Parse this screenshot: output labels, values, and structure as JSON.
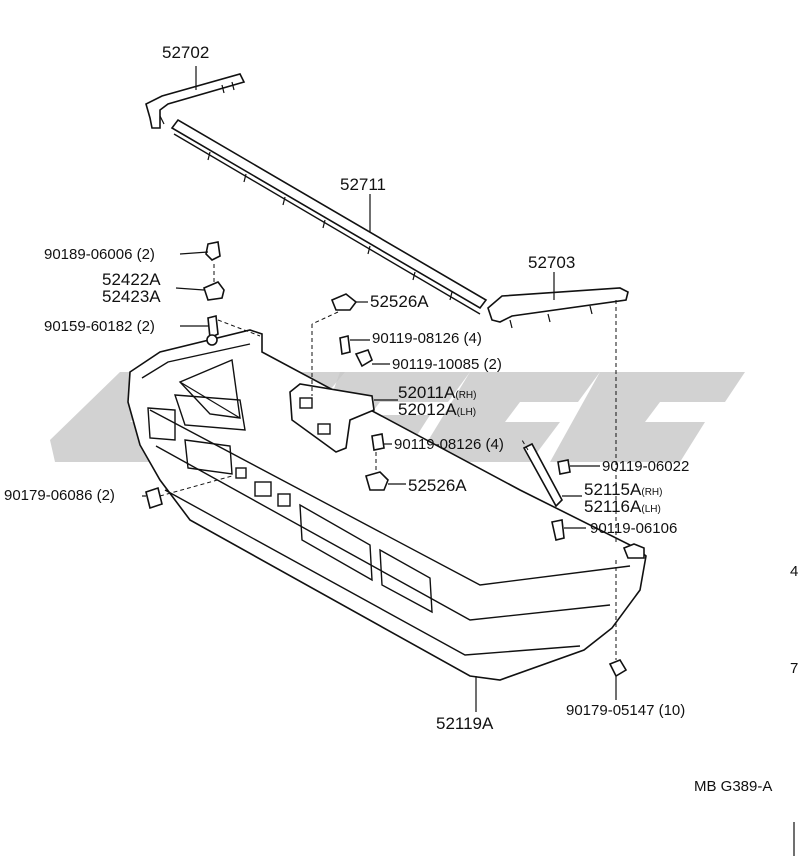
{
  "diagram_code": "MB G389-A",
  "margin_marks": [
    "4",
    "7"
  ],
  "parts": {
    "p52702": "52702",
    "p52711": "52711",
    "p52703": "52703",
    "p90189": "90189-06006",
    "p90189_qty": "(2)",
    "p52422": "52422A",
    "p52423": "52423A",
    "p90159": "90159-60182",
    "p90159_qty": "(2)",
    "p52526_top": "52526A",
    "p90119_08126_top": "90119-08126",
    "p90119_08126_top_qty": "(4)",
    "p90119_10085": "90119-10085",
    "p90119_10085_qty": "(2)",
    "p52011": "52011A",
    "p52011_side": "(RH)",
    "p52012": "52012A",
    "p52012_side": "(LH)",
    "p90119_08126_mid": "90119-08126",
    "p90119_08126_mid_qty": "(4)",
    "p90119_06022": "90119-06022",
    "p90179_06086": "90179-06086",
    "p90179_06086_qty": "(2)",
    "p52526_bot": "52526A",
    "p52115": "52115A",
    "p52115_side": "(RH)",
    "p52116": "52116A",
    "p52116_side": "(LH)",
    "p90119_06106": "90119-06106",
    "p52119": "52119A",
    "p90179_05147": "90179-05147",
    "p90179_05147_qty": "(10)"
  }
}
